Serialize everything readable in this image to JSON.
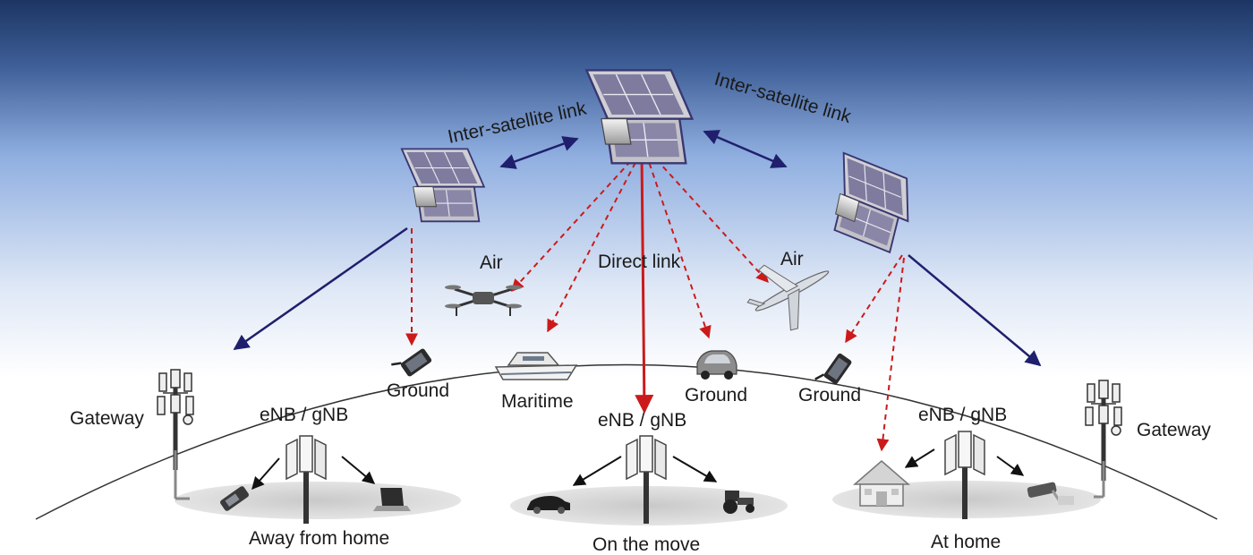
{
  "labels": {
    "inter_satellite_left": "Inter-satellite link",
    "inter_satellite_right": "Inter-satellite link",
    "direct_link": "Direct link",
    "air_left": "Air",
    "air_right": "Air",
    "ground_left": "Ground",
    "maritime": "Maritime",
    "ground_center": "Ground",
    "ground_right": "Ground",
    "gateway_left": "Gateway",
    "gateway_right": "Gateway",
    "enb_left": "eNB / gNB",
    "enb_center": "eNB / gNB",
    "enb_right": "eNB / gNB",
    "away_from_home": "Away from home",
    "on_the_move": "On the move",
    "at_home": "At home"
  },
  "colors": {
    "sky_top": "#1c3563",
    "sky_mid": "#8faee0",
    "sky_bottom": "#ffffff",
    "feeder_link": "#1f1f6e",
    "service_link": "#cc1a1a",
    "panel": "#6e6a9a",
    "earth_line": "#333333",
    "zone": "#d8d8d8"
  }
}
